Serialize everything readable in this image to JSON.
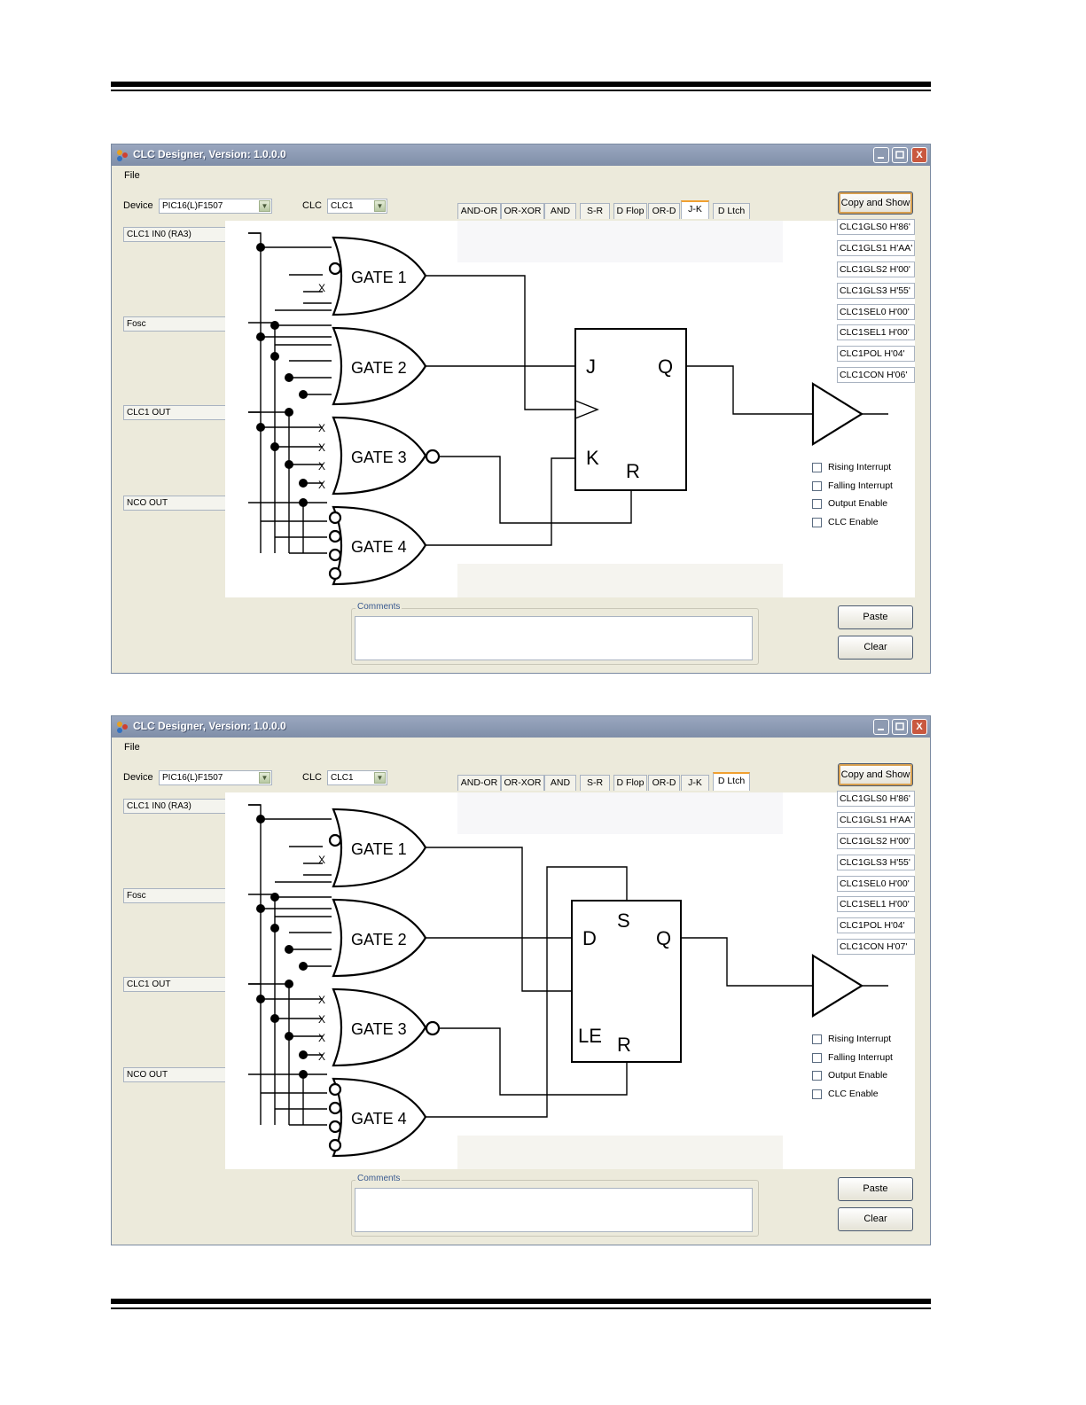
{
  "windows": [
    {
      "title": "CLC Designer, Version: 1.0.0.0",
      "menu": {
        "file": "File"
      },
      "device": {
        "label": "Device",
        "value": "PIC16(L)F1507"
      },
      "clc": {
        "label": "CLC",
        "value": "CLC1"
      },
      "inputs": [
        {
          "value": "CLC1 IN0 (RA3)"
        },
        {
          "value": "Fosc"
        },
        {
          "value": "CLC1 OUT"
        },
        {
          "value": "NCO OUT"
        }
      ],
      "tabs": [
        "AND-OR",
        "OR-XOR",
        "AND",
        "S-R",
        "D Flop",
        "OR-D",
        "J-K",
        "D Ltch"
      ],
      "active_tab": "J-K",
      "gates": {
        "g1": "GATE 1",
        "g2": "GATE 2",
        "g3": "GATE 3",
        "g4": "GATE 4",
        "x": "X"
      },
      "block": {
        "in1": "J",
        "in2": "K",
        "out": "Q",
        "reset": "R",
        "set": ""
      },
      "registers": [
        "CLC1GLS0  H'86'",
        "CLC1GLS1  H'AA'",
        "CLC1GLS2  H'00'",
        "CLC1GLS3  H'55'",
        "CLC1SEL0  H'00'",
        "CLC1SEL1  H'00'",
        "CLC1POL  H'04'",
        "CLC1CON  H'06'"
      ],
      "checkboxes": [
        "Rising Interrupt",
        "Falling Interrupt",
        "Output Enable",
        "CLC Enable"
      ],
      "buttons": {
        "copy": "Copy and Show",
        "paste": "Paste",
        "clear": "Clear"
      },
      "comments_label": "Comments",
      "title_buttons": {
        "close": "X"
      }
    },
    {
      "title": "CLC Designer, Version: 1.0.0.0",
      "menu": {
        "file": "File"
      },
      "device": {
        "label": "Device",
        "value": "PIC16(L)F1507"
      },
      "clc": {
        "label": "CLC",
        "value": "CLC1"
      },
      "inputs": [
        {
          "value": "CLC1 IN0 (RA3)"
        },
        {
          "value": "Fosc"
        },
        {
          "value": "CLC1 OUT"
        },
        {
          "value": "NCO OUT"
        }
      ],
      "tabs": [
        "AND-OR",
        "OR-XOR",
        "AND",
        "S-R",
        "D Flop",
        "OR-D",
        "J-K",
        "D Ltch"
      ],
      "active_tab": "D Ltch",
      "gates": {
        "g1": "GATE 1",
        "g2": "GATE 2",
        "g3": "GATE 3",
        "g4": "GATE 4",
        "x": "X"
      },
      "block": {
        "in1": "D",
        "in2": "LE",
        "out": "Q",
        "reset": "R",
        "set": "S"
      },
      "registers": [
        "CLC1GLS0  H'86'",
        "CLC1GLS1  H'AA'",
        "CLC1GLS2  H'00'",
        "CLC1GLS3  H'55'",
        "CLC1SEL0  H'00'",
        "CLC1SEL1  H'00'",
        "CLC1POL  H'04'",
        "CLC1CON  H'07'"
      ],
      "checkboxes": [
        "Rising Interrupt",
        "Falling Interrupt",
        "Output Enable",
        "CLC Enable"
      ],
      "buttons": {
        "copy": "Copy and Show",
        "paste": "Paste",
        "clear": "Clear"
      },
      "comments_label": "Comments",
      "title_buttons": {
        "close": "X"
      }
    }
  ]
}
